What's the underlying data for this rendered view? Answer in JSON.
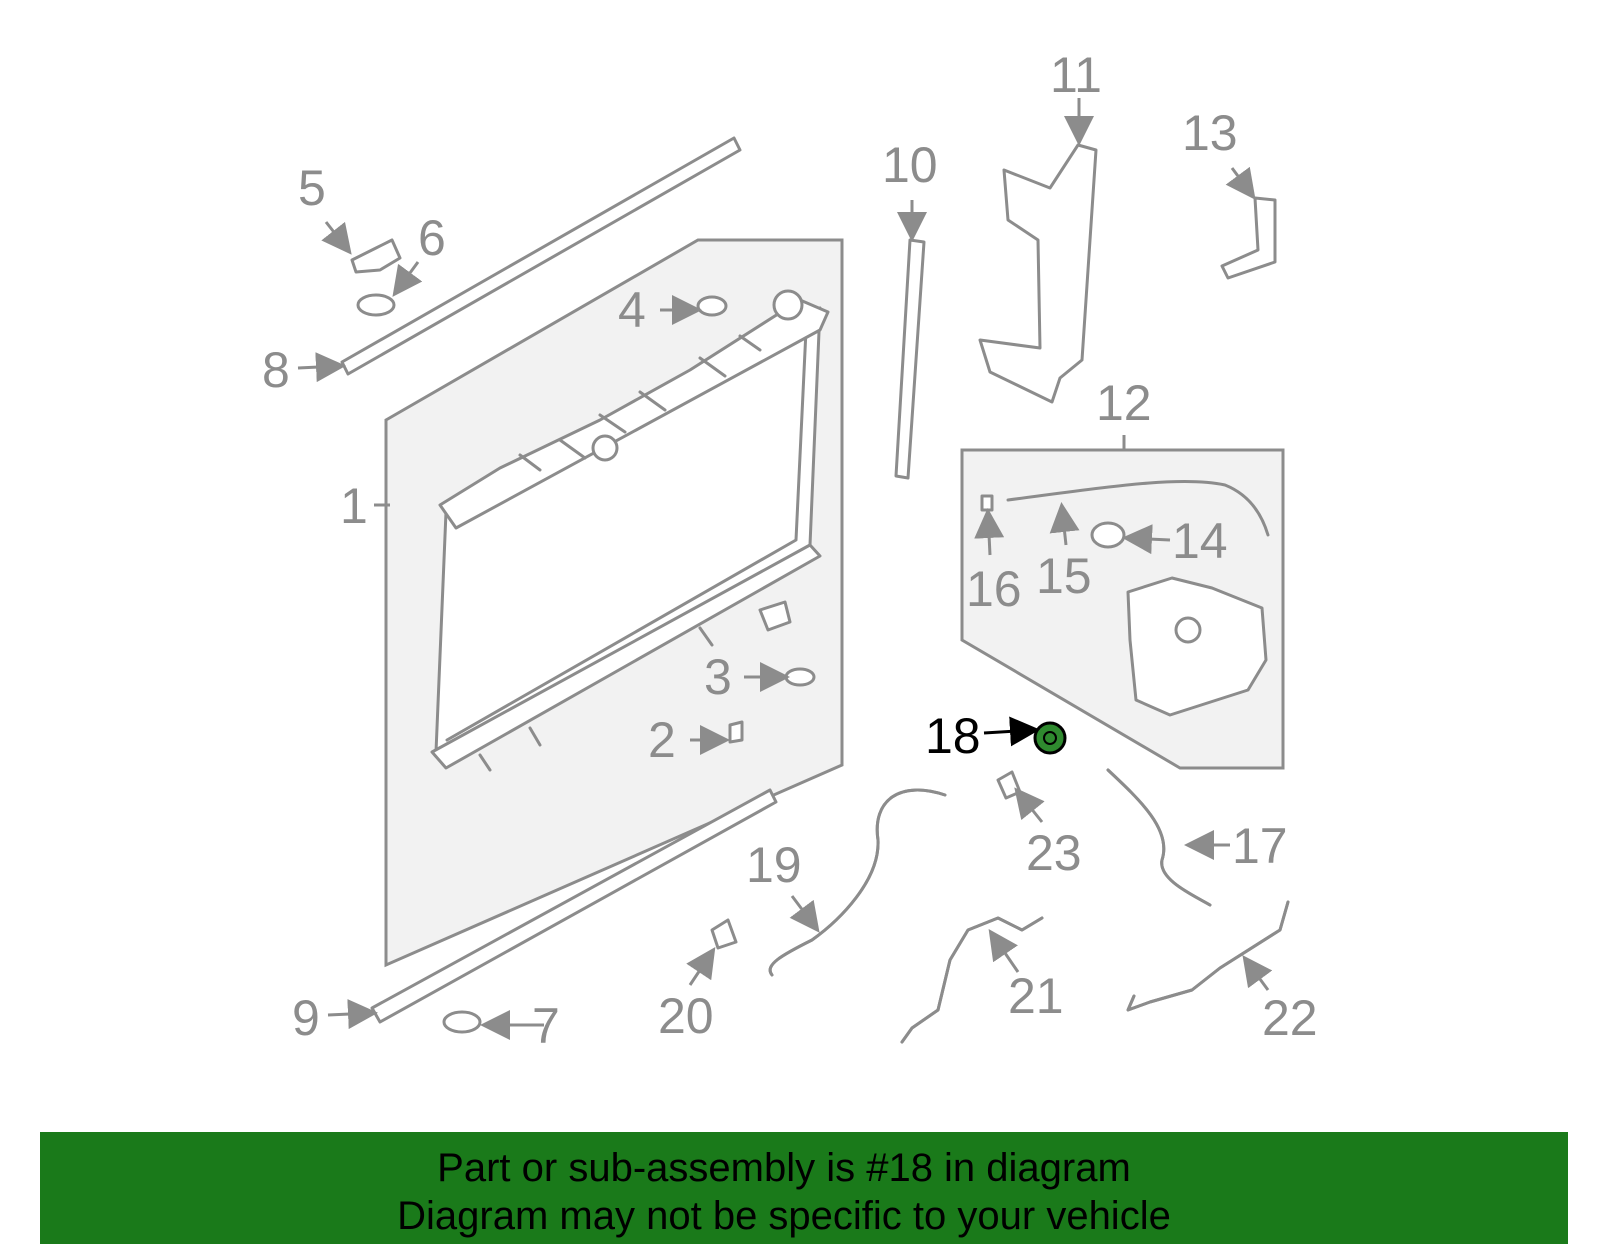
{
  "diagram": {
    "highlight_color": "#2f8a2f",
    "callouts": [
      "1",
      "2",
      "3",
      "4",
      "5",
      "6",
      "7",
      "8",
      "9",
      "10",
      "11",
      "12",
      "13",
      "14",
      "15",
      "16",
      "17",
      "18",
      "19",
      "20",
      "21",
      "22",
      "23"
    ],
    "highlighted": "18"
  },
  "banner": {
    "background": "#1a7a1a",
    "line1": "Part or sub-assembly is #18 in diagram",
    "line2": "Diagram may not be specific to your vehicle"
  }
}
